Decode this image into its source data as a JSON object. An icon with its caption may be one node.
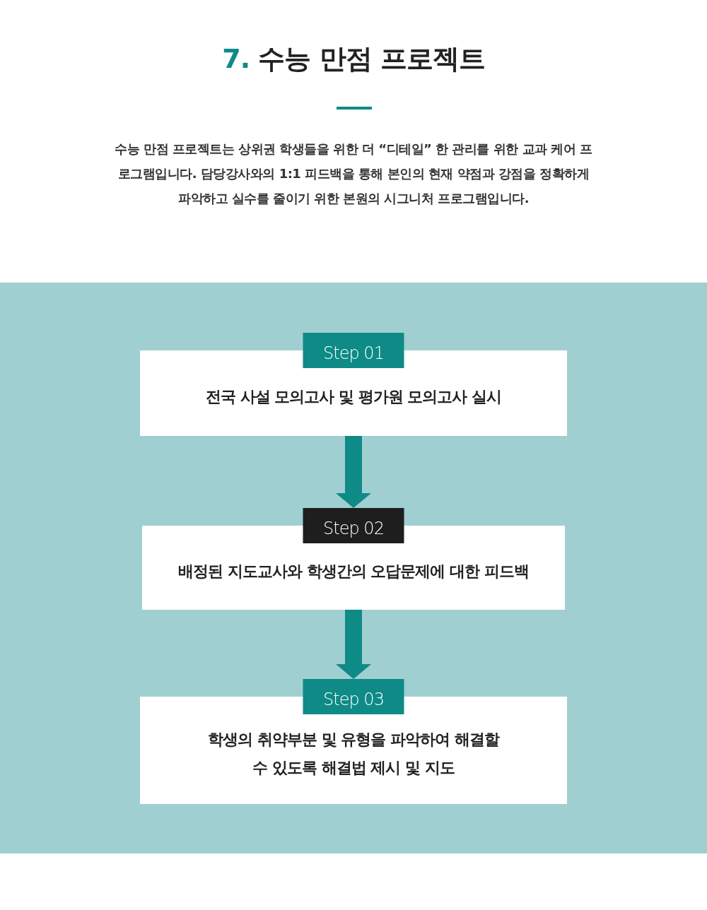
{
  "diagram": {
    "title": "7. 수능 만점 프로젝트",
    "nodes": [
      {
        "text": [
          "Step 01",
          "전국 사설 모의고사 및 평가원 모의고사 실시"
        ]
      },
      {
        "text": [
          "Step 02",
          "배정된 지도교사와 학생간의 오답문제에 대한 피드백"
        ]
      },
      {
        "text": [
          "Step 03",
          "학생의 취약부분 및 유형을 파악하여 해결할 수 있도록 해결법 제시 및 지도"
        ]
      }
    ],
    "edges": [
      {
        "from": 0,
        "to": 1,
        "arrow": "to"
      },
      {
        "from": 1,
        "to": 2,
        "arrow": "to"
      }
    ],
    "labels": [
      "수능 만점 프로젝트는 상위권 학생들을 위한 더 “디테일” 한 관리를 위한 교과 케어 프로그램입니다. 담당강사와의 **1:1** 피드백을 통해 본인의 현재 약점과 강점을 정확하게 파악하고 실수를 줄이기 위한 본원의 시그니처 프로그램입니다."
    ]
  }
}
